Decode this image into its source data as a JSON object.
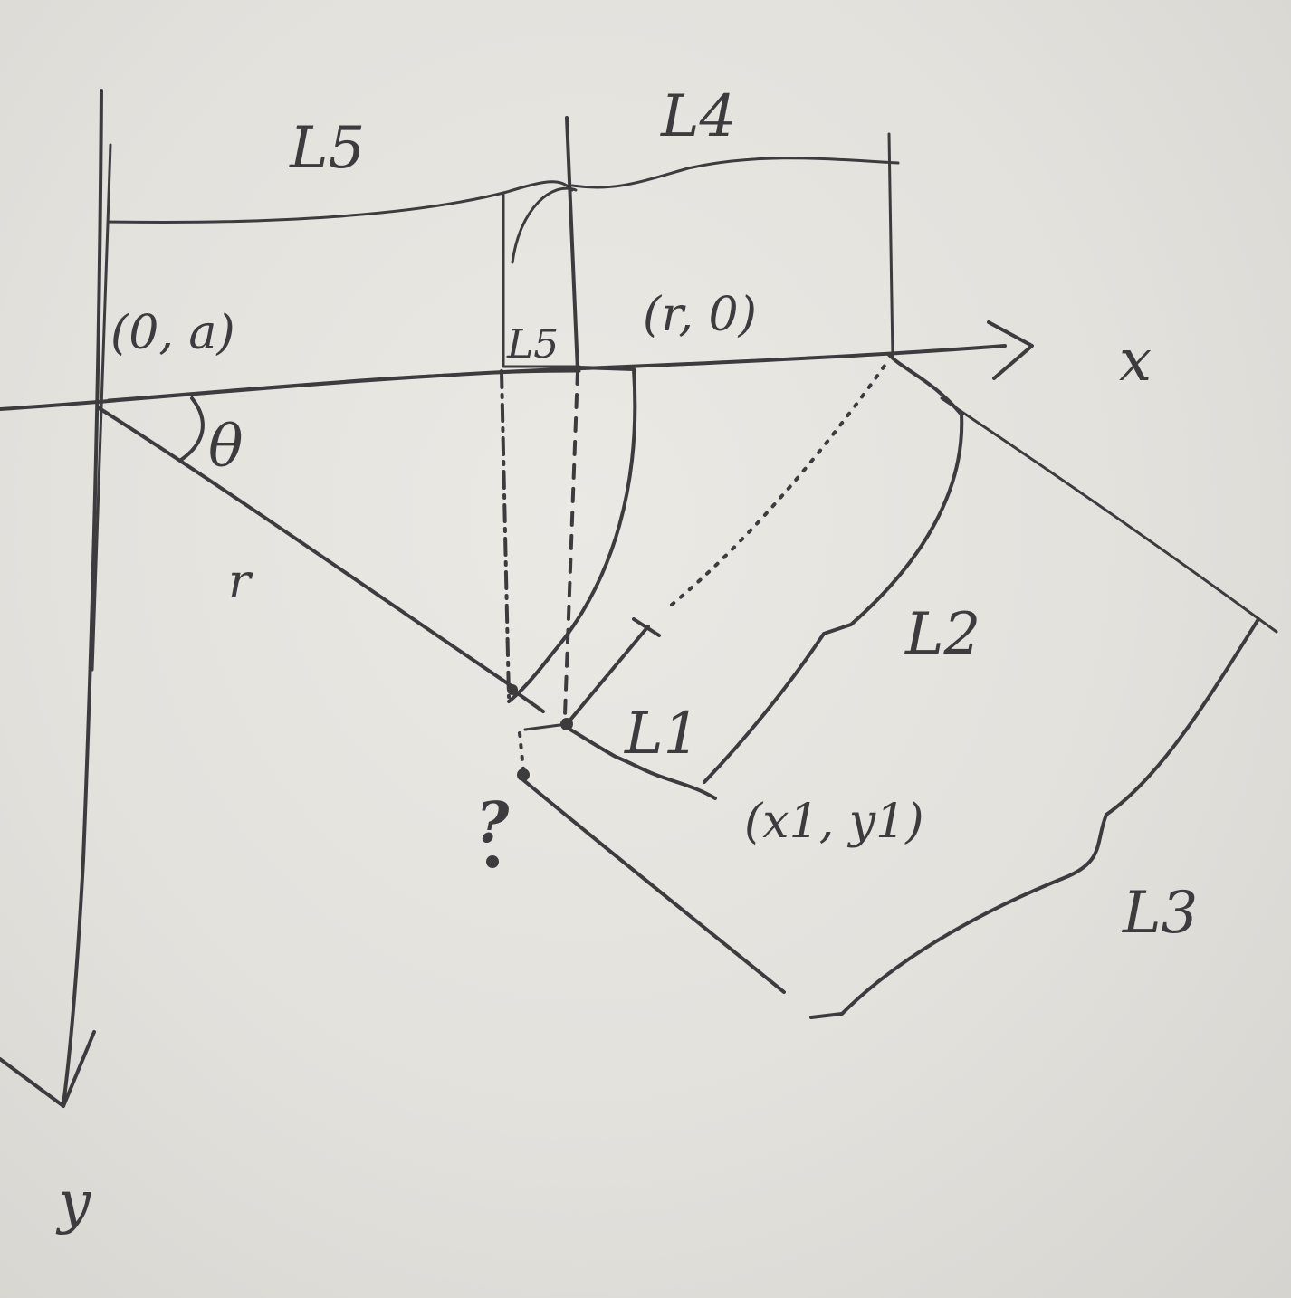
{
  "labels": {
    "origin": "(0, a)",
    "pivot": "(r, 0)",
    "end_point": "(x1, y1)",
    "axis_x": "x",
    "axis_y": "y",
    "angle": "θ",
    "radius": "r",
    "link1": "L1",
    "link2": "L2",
    "link3": "L3",
    "link4": "L4",
    "link5": "L5",
    "link5_small": "L5",
    "unknown": "?"
  }
}
